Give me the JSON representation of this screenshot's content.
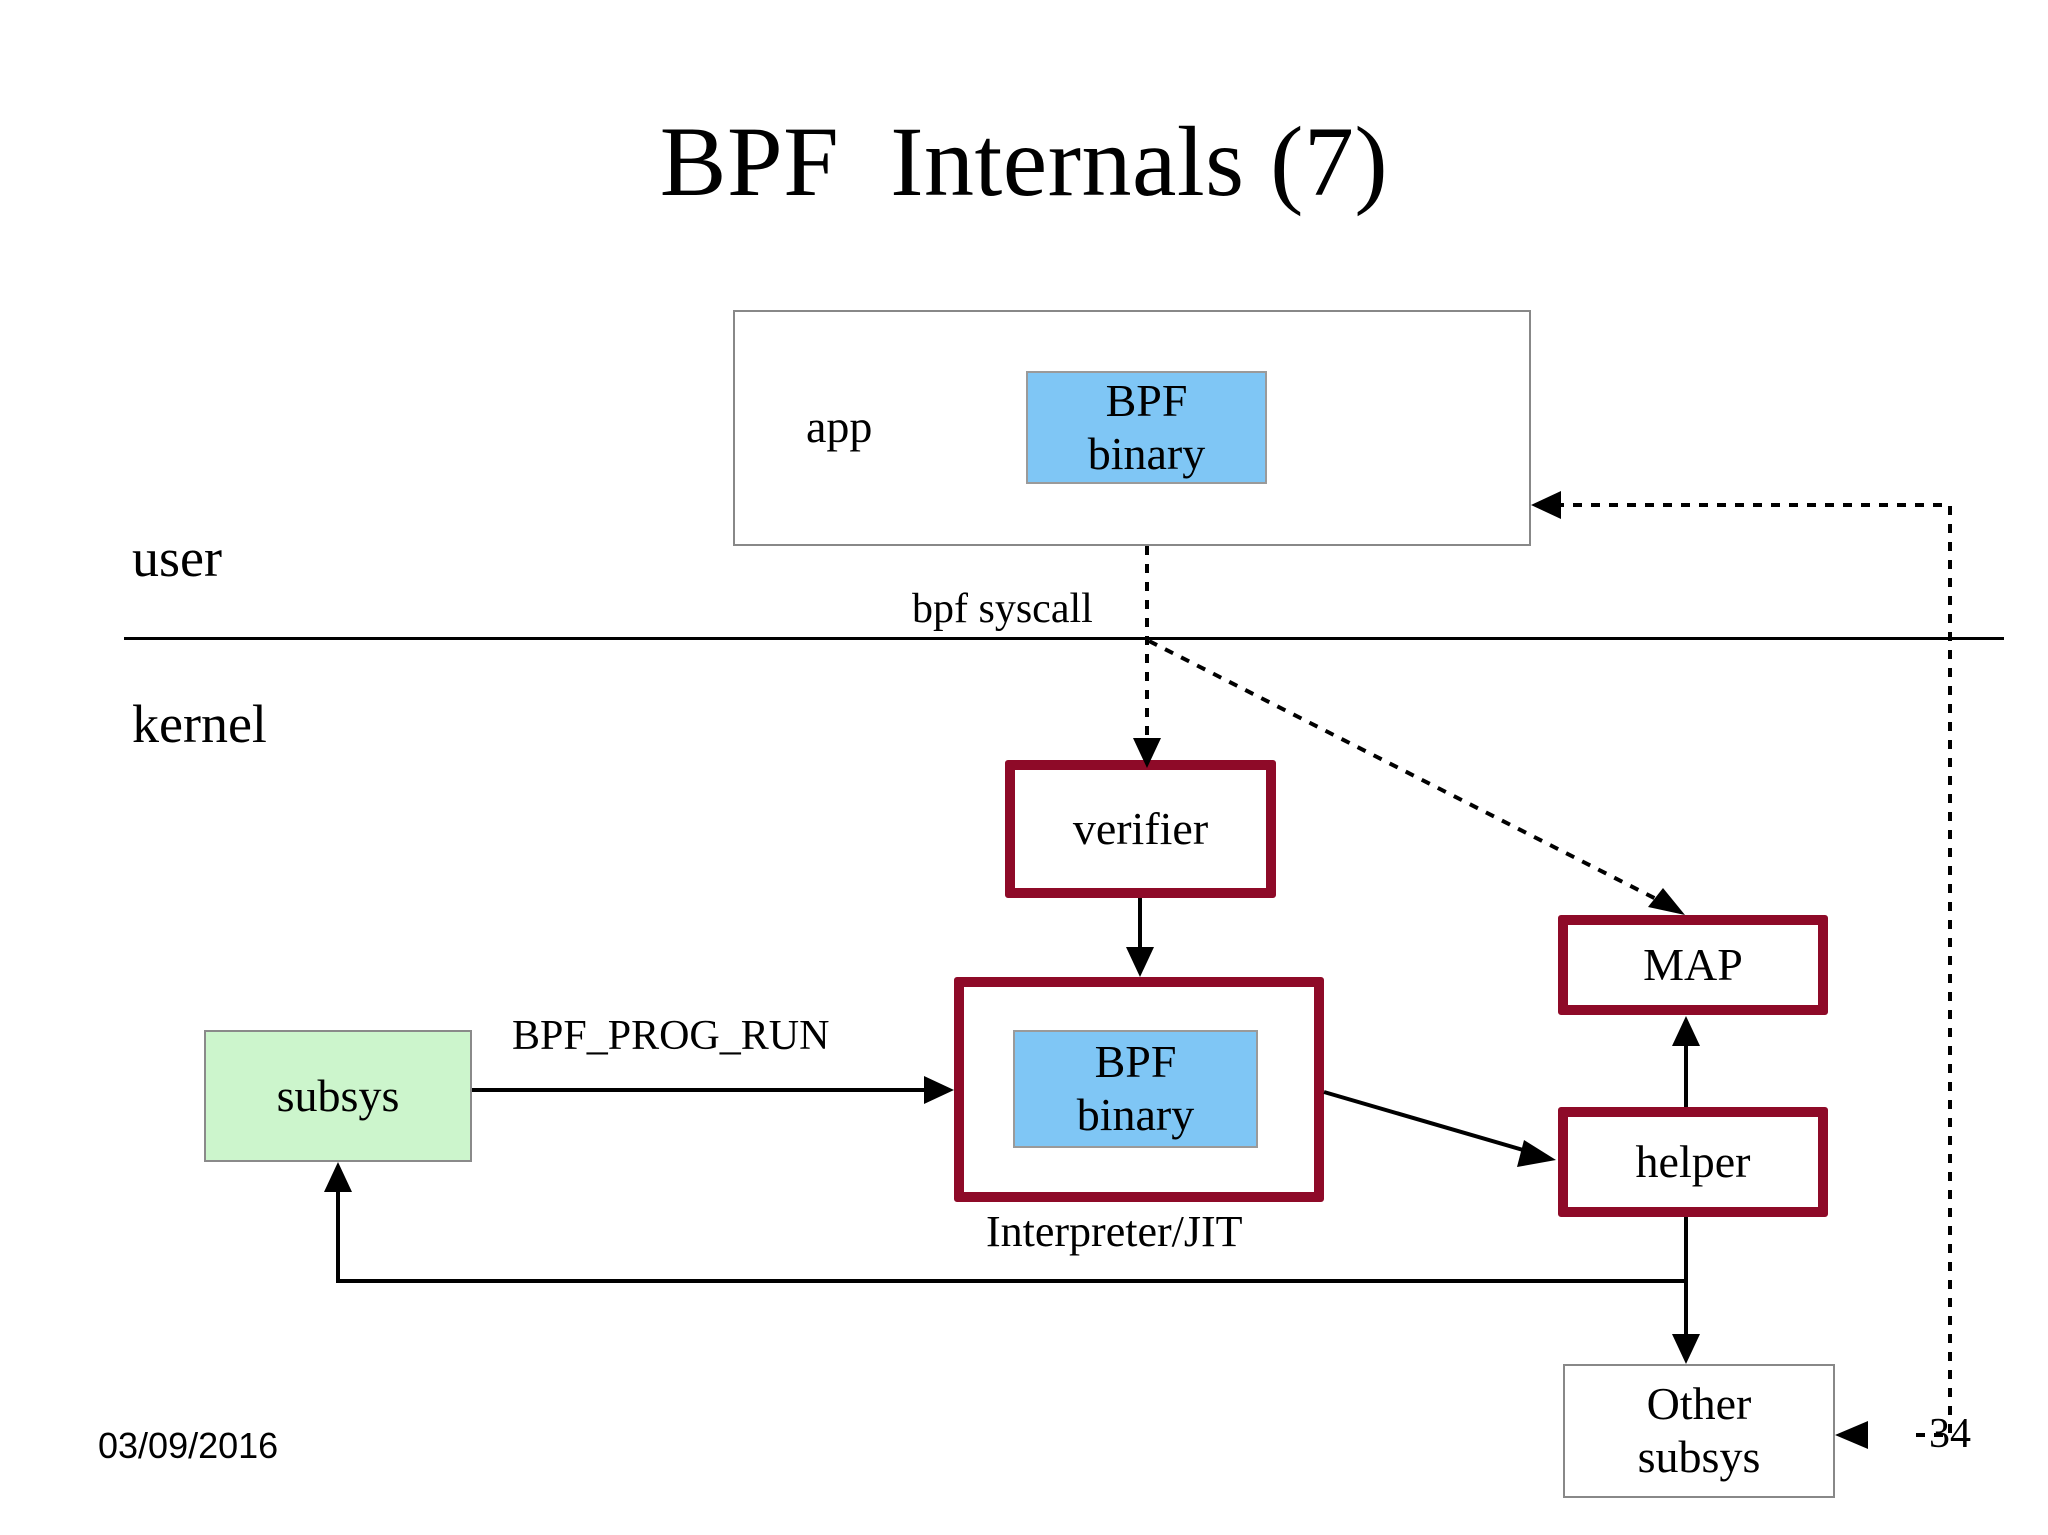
{
  "slide": {
    "title": "BPF  Internals (7)",
    "date": "03/09/2016",
    "page_number": "34",
    "background_color": "#ffffff"
  },
  "colors": {
    "kernel_box_border": "#8E0A28",
    "bpf_binary_fill": "#7FC6F5",
    "subsys_fill": "#CCF5CC",
    "thin_border": "#888888",
    "line": "#000000"
  },
  "diagram": {
    "layers": {
      "user_label": "user",
      "kernel_label": "kernel",
      "divider_note": "horizontal rule separating user space above from kernel space below"
    },
    "nodes": [
      {
        "id": "app",
        "label": "app",
        "style": "thin-border-white",
        "space": "user"
      },
      {
        "id": "app-binary",
        "label": "BPF\nbinary",
        "style": "blue-fill",
        "space": "user"
      },
      {
        "id": "verifier",
        "label": "verifier",
        "style": "red-thick",
        "space": "kernel"
      },
      {
        "id": "jit",
        "label": "",
        "style": "red-thick",
        "space": "kernel"
      },
      {
        "id": "jit-binary",
        "label": "BPF\nbinary",
        "style": "blue-fill",
        "space": "kernel"
      },
      {
        "id": "map",
        "label": "MAP",
        "style": "red-thick",
        "space": "kernel"
      },
      {
        "id": "helper",
        "label": "helper",
        "style": "red-thick",
        "space": "kernel"
      },
      {
        "id": "subsys",
        "label": "subsys",
        "style": "green-fill",
        "space": "kernel"
      },
      {
        "id": "other-subsys",
        "label": "Other\nsubsys",
        "style": "thin-border-white",
        "space": "kernel"
      }
    ],
    "edge_labels": {
      "bpf_syscall": "bpf syscall",
      "bpf_prog_run": "BPF_PROG_RUN",
      "interpreter_jit": "Interpreter/JIT"
    },
    "edges": [
      {
        "from": "app-binary",
        "to": "verifier",
        "style": "dotted",
        "label": "bpf syscall"
      },
      {
        "from": "bpf-syscall",
        "to": "map",
        "style": "dotted",
        "label": ""
      },
      {
        "from": "verifier",
        "to": "jit",
        "style": "solid",
        "label": ""
      },
      {
        "from": "subsys",
        "to": "jit",
        "style": "solid",
        "label": "BPF_PROG_RUN"
      },
      {
        "from": "jit",
        "to": "helper",
        "style": "solid",
        "label": ""
      },
      {
        "from": "helper",
        "to": "map",
        "style": "solid",
        "label": ""
      },
      {
        "from": "helper",
        "to": "other-subsys",
        "style": "solid",
        "label": ""
      },
      {
        "from": "helper",
        "to": "subsys",
        "style": "solid",
        "label": ""
      },
      {
        "from": "other-subsys",
        "to": "app",
        "style": "dotted",
        "label": ""
      }
    ]
  }
}
